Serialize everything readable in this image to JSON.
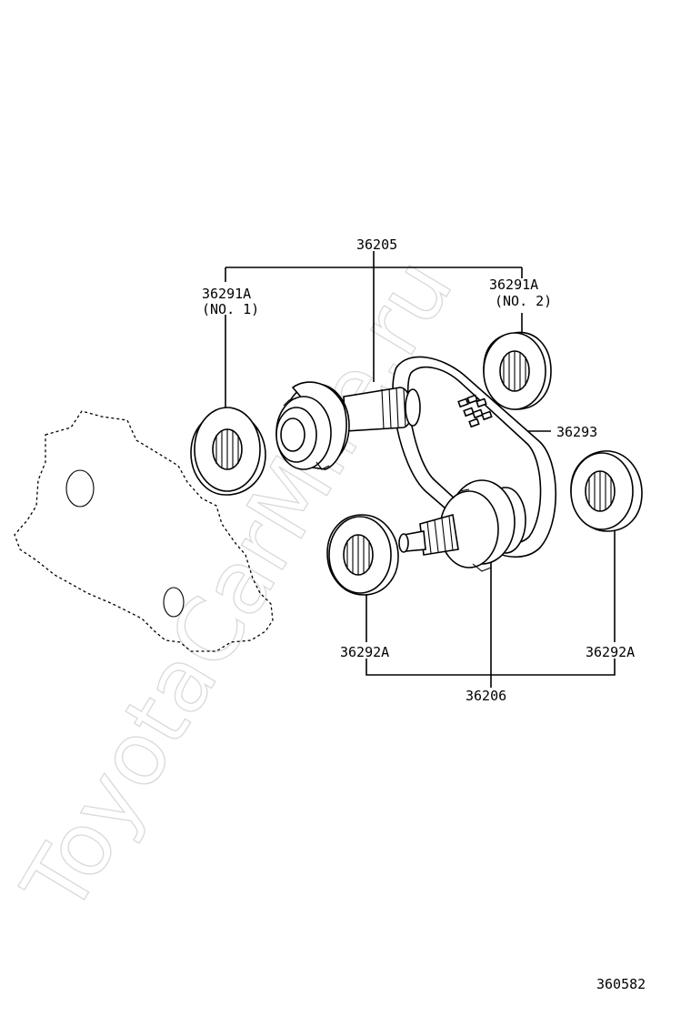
{
  "diagram": {
    "watermark": "ToyotaCarMire.ru",
    "callouts": {
      "shaft_assy": "36205",
      "bearing_no1": "36291A",
      "bearing_no1_note": "(NO. 1)",
      "bearing_no2": "36291A",
      "bearing_no2_note": "(NO. 2)",
      "chain": "36293",
      "bearing_left": "36292A",
      "bearing_right": "36292A",
      "gear_assy": "36206"
    },
    "figure_id": "360582"
  }
}
